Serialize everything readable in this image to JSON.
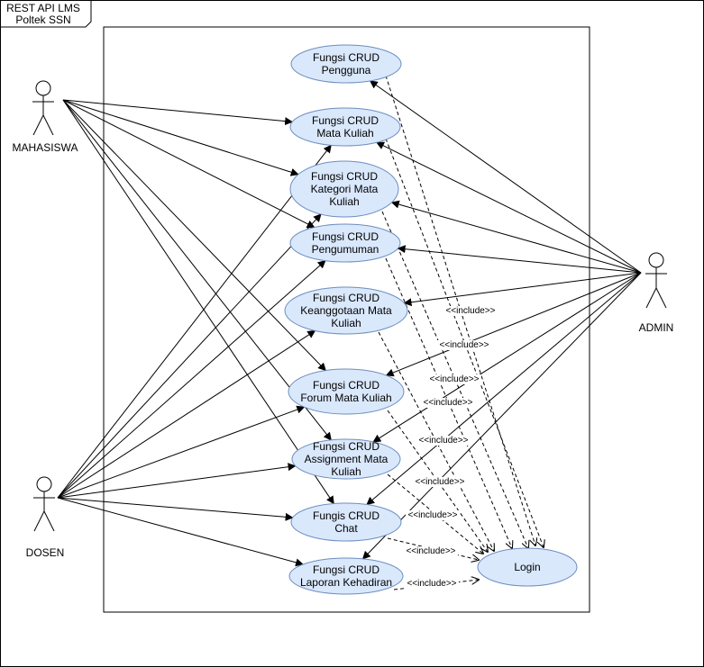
{
  "frame": {
    "title_line1": "REST API LMS",
    "title_line2": "Poltek SSN"
  },
  "actors": {
    "mahasiswa": "MAHASISWA",
    "dosen": "DOSEN",
    "admin": "ADMIN"
  },
  "usecases": {
    "pengguna": [
      "Fungsi CRUD",
      "Pengguna"
    ],
    "mata_kuliah": [
      "Fungsi CRUD",
      "Mata Kuliah"
    ],
    "kategori": [
      "Fungsi CRUD",
      "Kategori Mata",
      "Kuliah"
    ],
    "pengumuman": [
      "Fungsi CRUD",
      "Pengumuman"
    ],
    "keanggotaan": [
      "Fungsi CRUD",
      "Keanggotaan Mata",
      "Kuliah"
    ],
    "forum": [
      "Fungsi CRUD",
      "Forum Mata Kuliah"
    ],
    "assignment": [
      "Fungsi CRUD",
      "Assignment Mata",
      "Kuliah"
    ],
    "chat": [
      "Fungis CRUD",
      "Chat"
    ],
    "laporan": [
      "Fungsi CRUD",
      "Laporan Kehadiran"
    ],
    "login": [
      "Login"
    ]
  },
  "include_label": "<<include>>"
}
